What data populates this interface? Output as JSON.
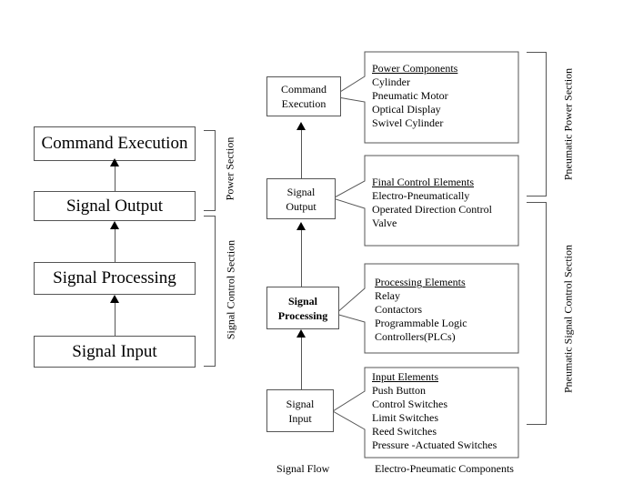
{
  "left": {
    "boxes": [
      "Command Execution",
      "Signal Output",
      "Signal Processing",
      "Signal Input"
    ],
    "sections": {
      "power": "Power Section",
      "control": "Signal Control Section"
    }
  },
  "right": {
    "nodes": {
      "command": [
        "Command",
        "Execution"
      ],
      "output": [
        "Signal",
        "Output"
      ],
      "processing": [
        "Signal",
        "Processing"
      ],
      "input": [
        "Signal",
        "Input"
      ]
    },
    "callouts": {
      "power": {
        "title": "Power Components",
        "items": [
          "Cylinder",
          "Pneumatic Motor",
          "Optical Display",
          "Swivel Cylinder"
        ]
      },
      "final": {
        "title": "Final Control Elements",
        "items": [
          "Electro-Pneumatically",
          "Operated Direction Control",
          "Valve"
        ]
      },
      "processing": {
        "title": "Processing Elements",
        "items": [
          "Relay",
          "Contactors",
          "Programmable Logic",
          "Controllers(PLCs)"
        ]
      },
      "input": {
        "title": "Input Elements",
        "items": [
          "Push Button",
          "Control Switches",
          "Limit Switches",
          "Reed Switches",
          "Pressure -Actuated Switches"
        ]
      }
    },
    "sections": {
      "power": "Pneumatic Power Section",
      "control": "Pneumatic Signal Control Section"
    },
    "captions": {
      "flow": "Signal Flow",
      "components": "Electro-Pneumatic Components"
    }
  }
}
